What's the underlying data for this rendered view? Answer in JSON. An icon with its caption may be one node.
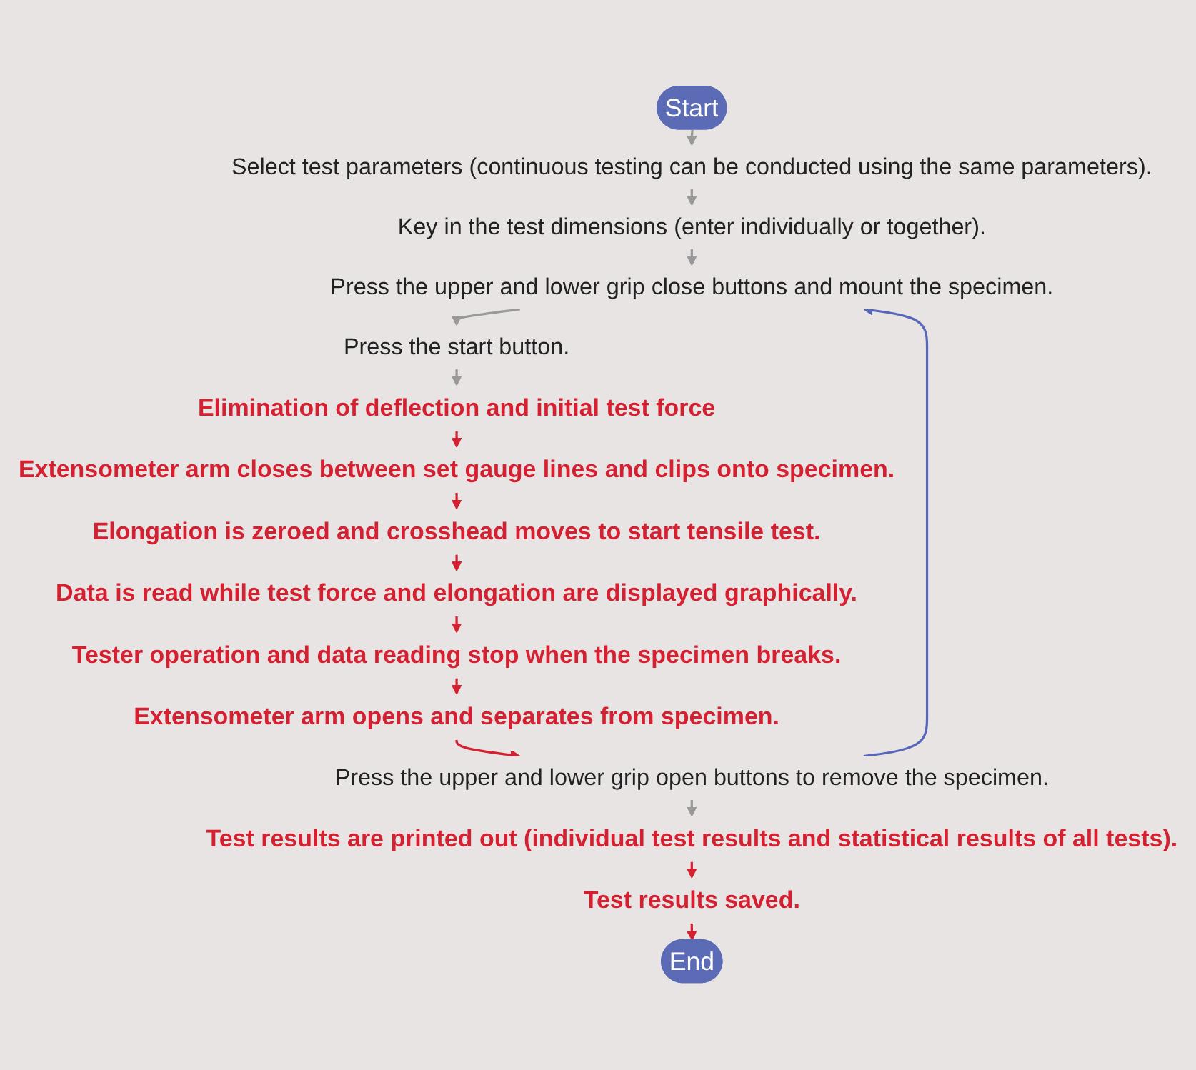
{
  "diagram": {
    "nodes": [
      {
        "text": [
          "Start"
        ]
      },
      {
        "text": [
          "Select test parameters (continuous testing can be conducted using the same parameters)."
        ]
      },
      {
        "text": [
          "Key in the test dimensions (enter individually or together)."
        ]
      },
      {
        "text": [
          "Press the upper and lower grip close buttons and mount the specimen."
        ]
      },
      {
        "text": [
          "Press the start button."
        ]
      },
      {
        "text": [
          "Elimination of deflection and initial test force"
        ]
      },
      {
        "text": [
          "Extensometer arm closes between set gauge lines and clips onto specimen."
        ]
      },
      {
        "text": [
          "Elongation is zeroed and crosshead moves to start tensile test."
        ]
      },
      {
        "text": [
          "Data is read while test force and elongation are displayed graphically."
        ]
      },
      {
        "text": [
          "Tester operation and data reading stop when the specimen breaks."
        ]
      },
      {
        "text": [
          "Extensometer arm opens and separates from specimen."
        ]
      },
      {
        "text": [
          "Press the upper and lower grip open buttons to remove the specimen."
        ]
      },
      {
        "text": [
          "Test results are printed out (individual test results and statistical results of all tests)."
        ]
      },
      {
        "text": [
          "Test results saved."
        ]
      },
      {
        "text": [
          "End"
        ]
      }
    ],
    "edges": [
      {
        "from": 0,
        "to": 1,
        "arrow": "to",
        "color": "#999999"
      },
      {
        "from": 1,
        "to": 2,
        "arrow": "to",
        "color": "#999999"
      },
      {
        "from": 2,
        "to": 3,
        "arrow": "to",
        "color": "#999999"
      },
      {
        "from": 3,
        "to": 4,
        "arrow": "to",
        "color": "#999999"
      },
      {
        "from": 4,
        "to": 5,
        "arrow": "to",
        "color": "#999999"
      },
      {
        "from": 5,
        "to": 6,
        "arrow": "to"
      },
      {
        "from": 6,
        "to": 7,
        "arrow": "to"
      },
      {
        "from": 7,
        "to": 8,
        "arrow": "to"
      },
      {
        "from": 8,
        "to": 9,
        "arrow": "to"
      },
      {
        "from": 9,
        "to": 10,
        "arrow": "to"
      },
      {
        "from": 10,
        "to": 11,
        "arrow": "to"
      },
      {
        "from": 11,
        "to": 12,
        "arrow": "to",
        "color": "#999999"
      },
      {
        "from": 11,
        "to": 3,
        "arrow": "to",
        "color": "#5566bb"
      },
      {
        "from": 12,
        "to": 13,
        "arrow": "to"
      },
      {
        "from": 13,
        "to": 14,
        "arrow": "to"
      }
    ]
  }
}
